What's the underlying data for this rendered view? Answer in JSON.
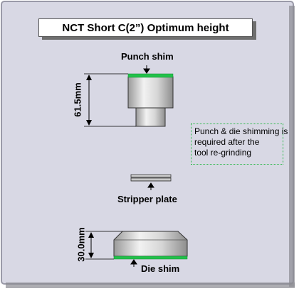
{
  "title": "NCT Short C(2”) Optimum height",
  "labels": {
    "punch_shim": "Punch shim",
    "stripper_plate": "Stripper plate",
    "die_shim": "Die shim"
  },
  "dimensions": {
    "punch_height": "61.5mm",
    "die_height": "30.0mm"
  },
  "note": {
    "line1": "Punch & die shimming is",
    "line2": "required after the",
    "line3": "tool re-grinding"
  },
  "colors": {
    "panel": "#d8d8e4",
    "shim_green": "#22c14a",
    "metal": "#c9c9c9"
  }
}
